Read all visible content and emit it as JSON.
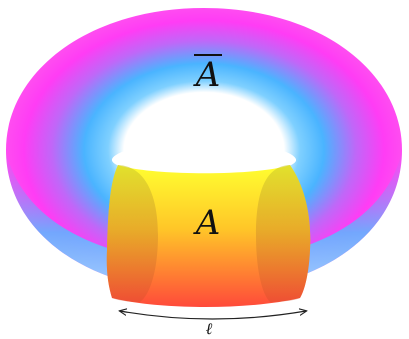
{
  "labels": {
    "complement_region": "A",
    "region": "A",
    "length": "ℓ"
  },
  "colors": {
    "torus_outer": "#ff3cf5",
    "torus_inner": "#4ab4ff",
    "torus_highlight": "#ffffff",
    "region_top": "#ffff30",
    "region_bottom": "#ff4a3a",
    "arrow": "#222222"
  }
}
